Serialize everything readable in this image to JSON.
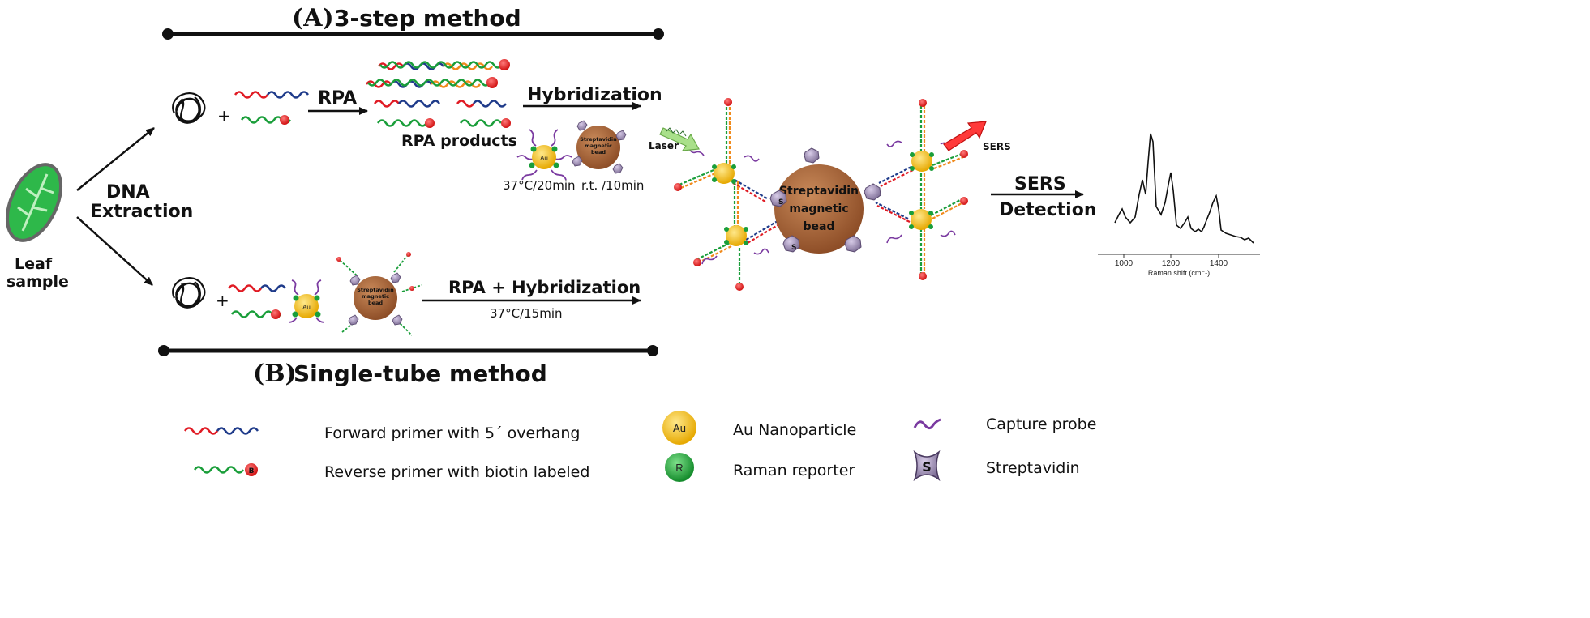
{
  "header_a": {
    "letter": "(A)",
    "title": "3-step method"
  },
  "header_b": {
    "letter": "(B)",
    "title": "Single-tube method"
  },
  "leaf": {
    "line1": "Leaf",
    "line2": "sample"
  },
  "dna_extraction": {
    "line1": "DNA",
    "line2": "Extraction"
  },
  "rpa_label": "RPA",
  "rpa_products": "RPA products",
  "hybridization": "Hybridization",
  "bead_small": {
    "line1": "Streptavidin",
    "line2": "magnetic",
    "line3": "bead"
  },
  "bead_big": {
    "line1": "Streptavidin",
    "line2": "magnetic",
    "line3": "bead"
  },
  "au_small": "Au",
  "cond_a1": "37°C/20min",
  "cond_a2": "r.t. /10min",
  "rpa_hyb": "RPA + Hybridization",
  "cond_b": "37°C/15min",
  "laser": "Laser",
  "sers_arrow": "SERS",
  "sers_detection": {
    "line1": "SERS",
    "line2": "Detection"
  },
  "spectrum": {
    "ticks": [
      "1000",
      "1200",
      "1400"
    ],
    "xlabel": "Raman shift (cm⁻¹)"
  },
  "biotin_letter": "B",
  "s_letter": "S",
  "legend": {
    "forward": "Forward primer with 5´ overhang",
    "reverse": "Reverse primer with biotin labeled",
    "au_symbol": "Au",
    "au_label": "Au Nanoparticle",
    "r_symbol": "R",
    "r_label": "Raman reporter",
    "capture": "Capture probe",
    "s_symbol": "S",
    "strep": "Streptavidin"
  },
  "colors": {
    "red": "#e01b24",
    "blue": "#1f3b8a",
    "green": "#1a9e3a",
    "orange": "#f08a1c",
    "bead": "#a0603a",
    "gold": "#f4c21c",
    "strep": "#8a7a9a",
    "probe": "#7a3aa0"
  }
}
